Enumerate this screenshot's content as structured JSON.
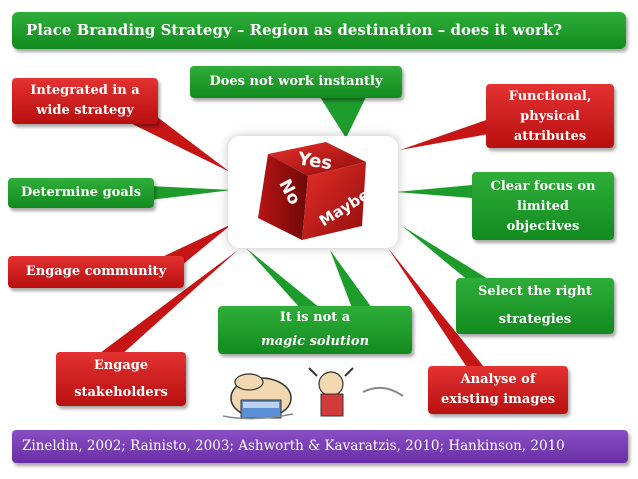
{
  "title": "Place Branding Strategy – Region as destination – does it work?",
  "boxes": {
    "integrated": "Integrated in a wide strategy",
    "does_not_work": "Does not work instantly",
    "functional": "Functional, physical attributes",
    "determine_goals": "Determine goals",
    "clear_focus": "Clear focus on limited objectives",
    "engage_community": "Engage community",
    "select_strategies_1": "Select the right",
    "select_strategies_2": "strategies",
    "magic_1": "It is not a",
    "magic_2": "magic solution",
    "engage_stakeholders_1": "Engage",
    "engage_stakeholders_2": "stakeholders",
    "analyse": "Analyse of existing images"
  },
  "dice": {
    "words": [
      "Yes",
      "No",
      "Maybe"
    ]
  },
  "footer": "Zineldin, 2002; Rainisto, 2003; Ashworth & Kavaratzis, 2010; Hankinson, 2010",
  "colors": {
    "green": "#1a9a28",
    "red": "#cc1a1a",
    "purple": "#7a3db5"
  }
}
